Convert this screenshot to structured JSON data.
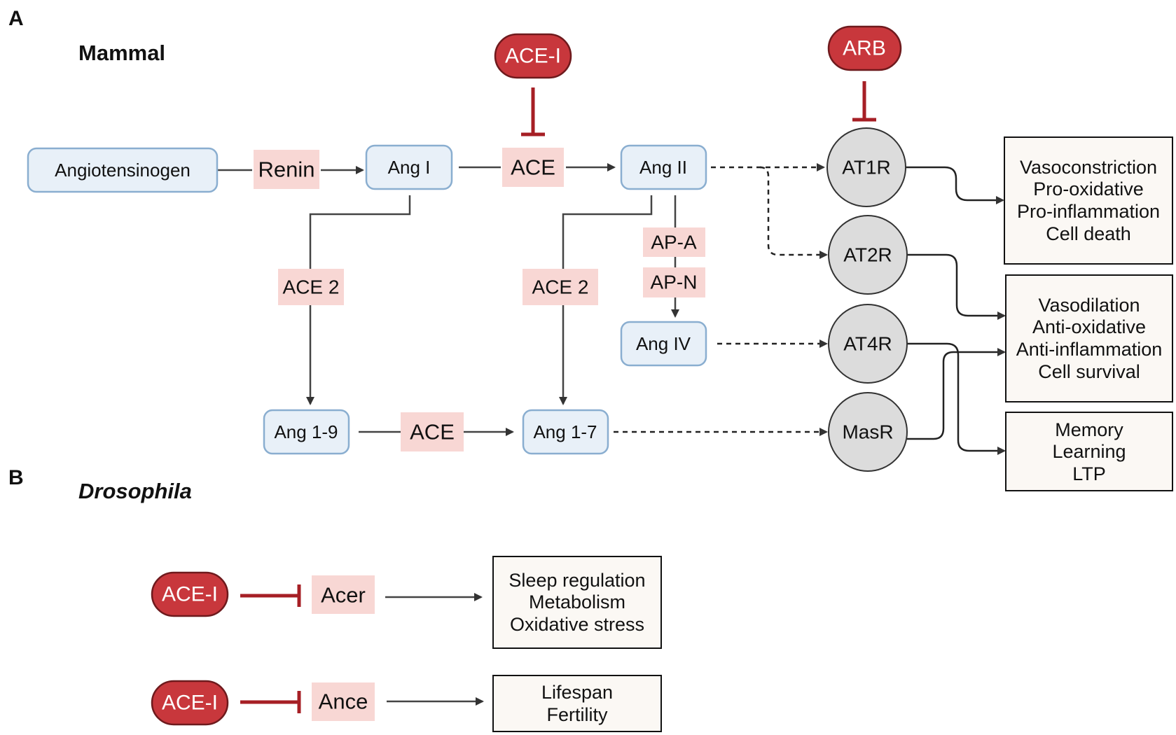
{
  "panels": {
    "a_letter": "A",
    "b_letter": "B"
  },
  "species": {
    "mammal": "Mammal",
    "drosophila": "Drosophila"
  },
  "peptides": {
    "angiotensinogen": "Angiotensinogen",
    "ang1": "Ang I",
    "ang2": "Ang II",
    "ang4": "Ang IV",
    "ang19": "Ang 1-9",
    "ang17": "Ang 1-7"
  },
  "enzymes": {
    "renin": "Renin",
    "ace_top": "ACE",
    "ace2_left": "ACE 2",
    "ace2_right": "ACE 2",
    "apa": "AP-A",
    "apn": "AP-N",
    "ace_bottom": "ACE"
  },
  "receptors": {
    "at1r": "AT1R",
    "at2r": "AT2R",
    "at4r": "AT4R",
    "masr": "MasR"
  },
  "drugs": {
    "ace_inhibitor": "ACE-I",
    "arb": "ARB"
  },
  "outcomes": {
    "at1r_effects": [
      "Vasoconstriction",
      "Pro-oxidative",
      "Pro-inflammation",
      "Cell death"
    ],
    "protective_effects": [
      "Vasodilation",
      "Anti-oxidative",
      "Anti-inflammation",
      "Cell survival"
    ],
    "cognitive_effects": [
      "Memory",
      "Learning",
      "LTP"
    ]
  },
  "drosophila": {
    "row1": {
      "drug": "ACE-I",
      "gene": "Acer",
      "effects": [
        "Sleep regulation",
        "Metabolism",
        "Oxidative stress"
      ]
    },
    "row2": {
      "drug": "ACE-I",
      "gene": "Ance",
      "effects": [
        "Lifespan",
        "Fertility"
      ]
    }
  },
  "colors": {
    "drug_red": "#c8373c",
    "enzyme_pink": "#f8d7d4",
    "peptide_blue": "#e8f0f8",
    "receptor_gray": "#dcdcdc",
    "inhibition_red": "#a61f25"
  }
}
